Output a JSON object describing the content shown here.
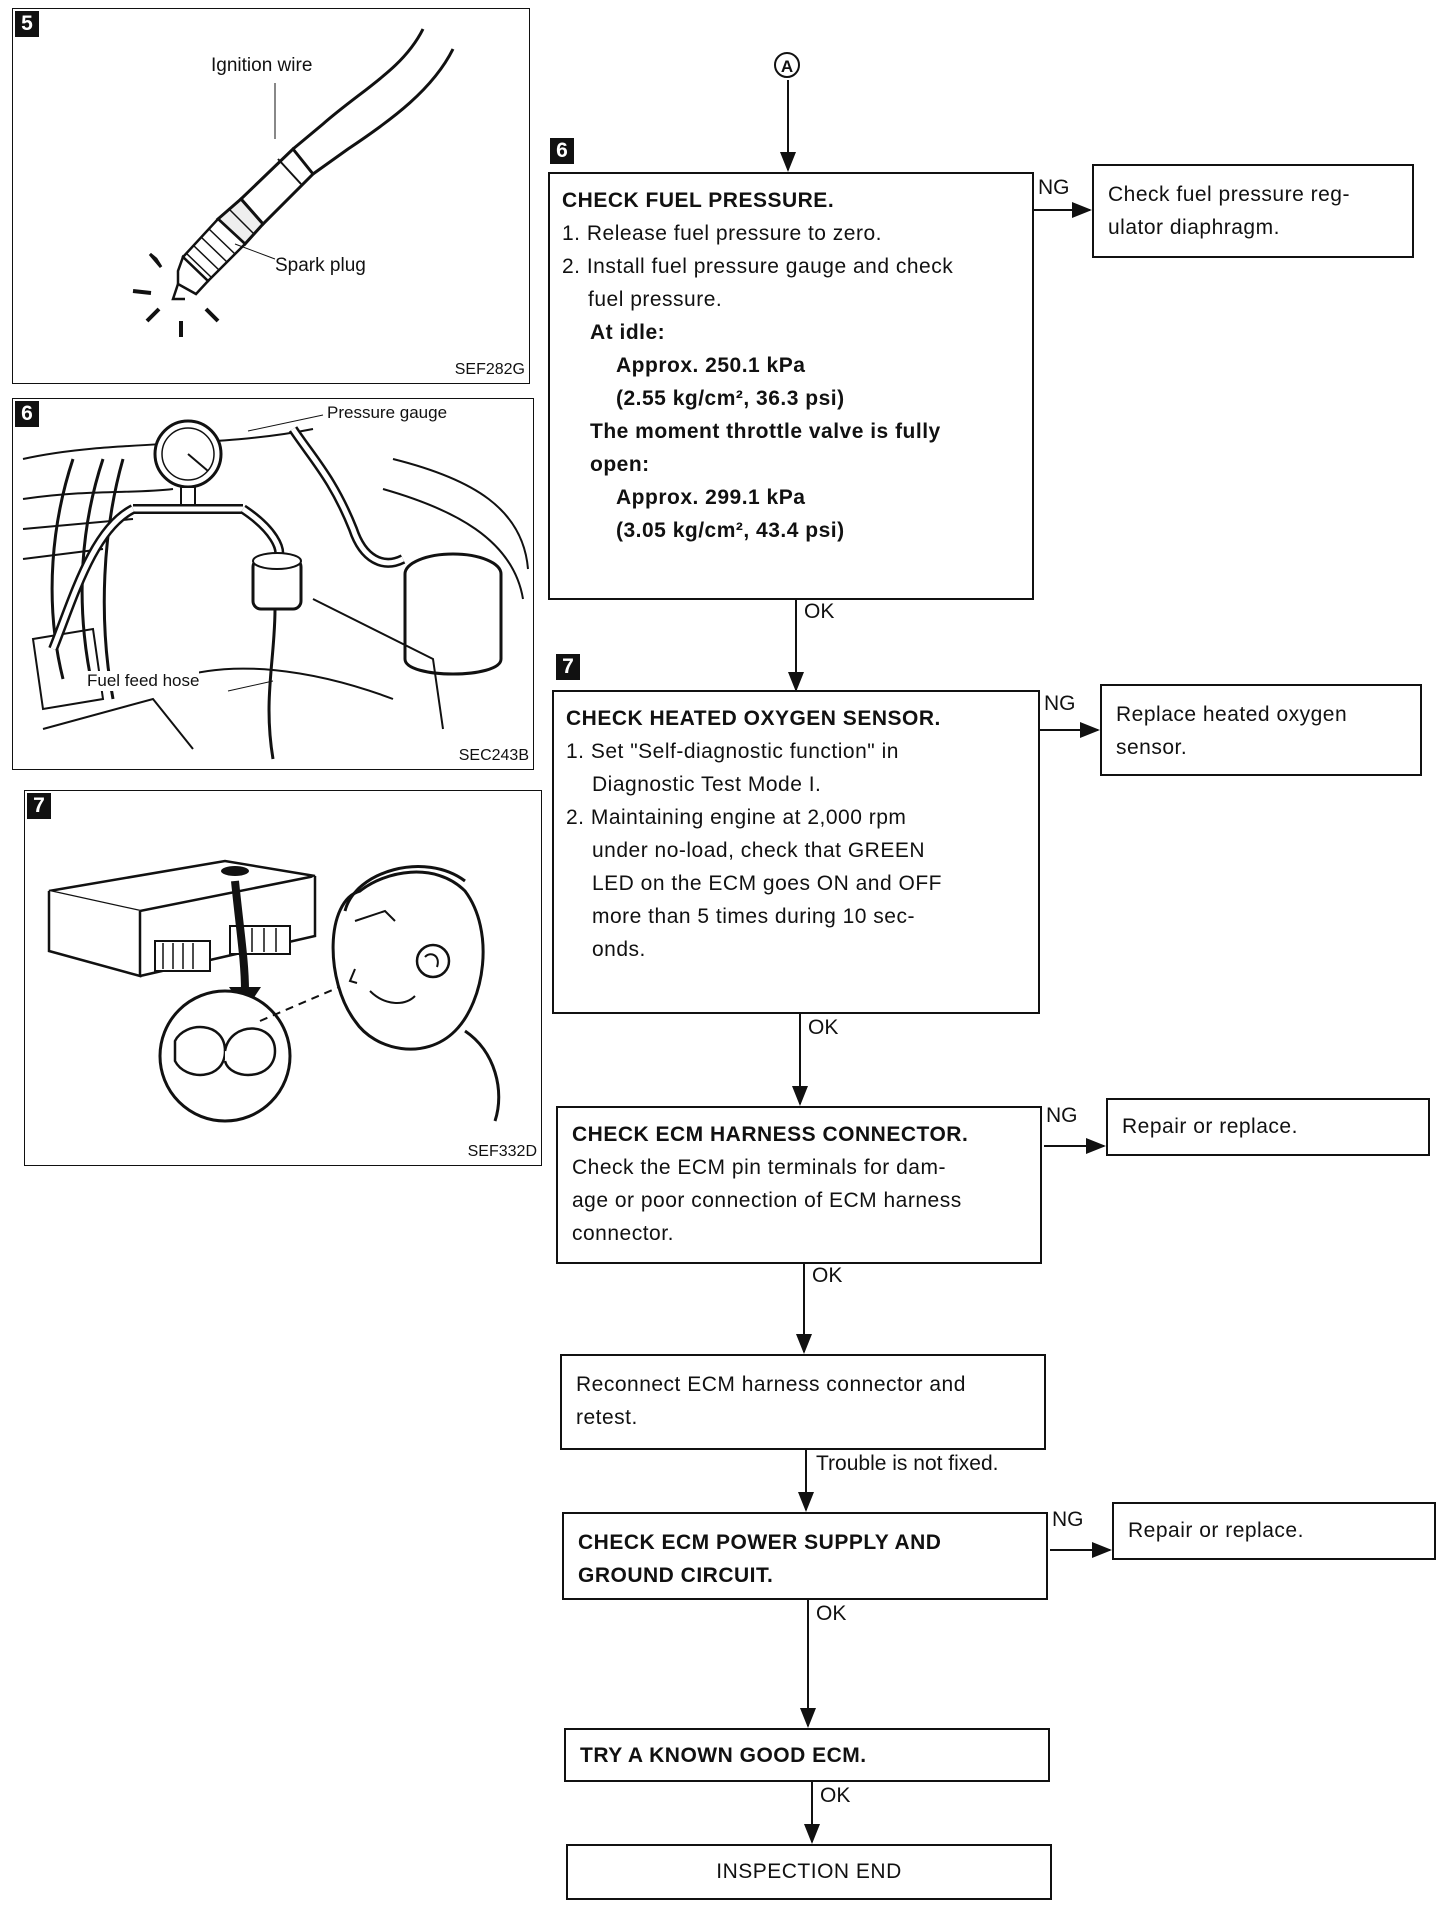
{
  "figures": [
    {
      "number": "5",
      "labels": {
        "ignition_wire": "Ignition wire",
        "spark_plug": "Spark plug"
      },
      "ref": "SEF282G"
    },
    {
      "number": "6",
      "labels": {
        "pressure_gauge": "Pressure gauge",
        "fuel_feed_hose": "Fuel feed hose"
      },
      "ref": "SEC243B"
    },
    {
      "number": "7",
      "ref": "SEF332D"
    }
  ],
  "flow": {
    "connector": "A",
    "step6": {
      "number": "6",
      "title": "CHECK FUEL PRESSURE.",
      "item1": "1. Release fuel pressure to zero.",
      "item2a": "2. Install fuel pressure gauge and check",
      "item2b": "fuel pressure.",
      "idle_label": "At idle:",
      "idle_value1": "Approx. 250.1 kPa",
      "idle_value2": "(2.55 kg/cm², 36.3 psi)",
      "throttle_label1": "The moment throttle valve is fully",
      "throttle_label2": "open:",
      "throttle_value1": "Approx. 299.1 kPa",
      "throttle_value2": "(3.05 kg/cm², 43.4 psi)",
      "ng": "NG",
      "ng_line1": "Check fuel pressure reg-",
      "ng_line2": "ulator diaphragm.",
      "ok": "OK"
    },
    "step7": {
      "number": "7",
      "title": "CHECK HEATED OXYGEN SENSOR.",
      "item1a": "1. Set \"Self-diagnostic function\" in",
      "item1b": "Diagnostic Test Mode I.",
      "item2a": "2. Maintaining engine at 2,000 rpm",
      "item2b": "under no-load, check that GREEN",
      "item2c": "LED on the ECM goes ON and OFF",
      "item2d": "more than 5 times during 10 sec-",
      "item2e": "onds.",
      "ng": "NG",
      "ng_line1": "Replace heated oxygen",
      "ng_line2": "sensor.",
      "ok": "OK"
    },
    "step8": {
      "title": "CHECK ECM HARNESS CONNECTOR.",
      "line1": "Check the ECM pin terminals for dam-",
      "line2": "age or poor connection of ECM harness",
      "line3": "connector.",
      "ng": "NG",
      "ng_text": "Repair or replace.",
      "ok": "OK"
    },
    "step9": {
      "line1": "Reconnect ECM harness connector and",
      "line2": "retest.",
      "next": "Trouble is not fixed."
    },
    "step10": {
      "line1": "CHECK ECM POWER SUPPLY AND",
      "line2": "GROUND CIRCUIT.",
      "ng": "NG",
      "ng_text": "Repair or replace.",
      "ok": "OK"
    },
    "step11": {
      "title": "TRY A KNOWN GOOD ECM.",
      "ok": "OK"
    },
    "end": "INSPECTION END"
  }
}
